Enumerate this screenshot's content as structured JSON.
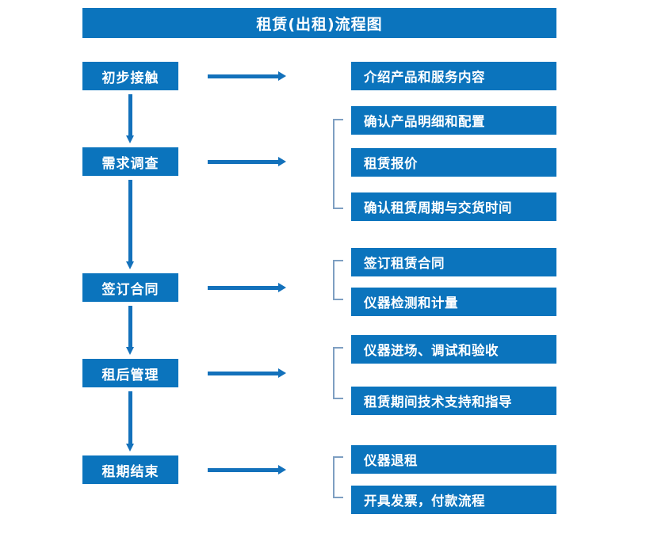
{
  "diagram": {
    "title": "租赁(出租)流程图",
    "colors": {
      "box_blue": "#0b74bd",
      "arrow_blue": "#1371bb",
      "bracket_gray_blue": "#7e9fc2",
      "text_white": "#ffffff",
      "background": "#ffffff"
    },
    "stages": [
      {
        "label": "初步接触"
      },
      {
        "label": "需求调查"
      },
      {
        "label": "签订合同"
      },
      {
        "label": "租后管理"
      },
      {
        "label": "租期结束"
      }
    ],
    "details": [
      {
        "label": "介绍产品和服务内容"
      },
      {
        "label": "确认产品明细和配置"
      },
      {
        "label": "租赁报价"
      },
      {
        "label": "确认租赁周期与交货时间"
      },
      {
        "label": "签订租赁合同"
      },
      {
        "label": "仪器检测和计量"
      },
      {
        "label": "仪器进场、调试和验收"
      },
      {
        "label": "租赁期间技术支持和指导"
      },
      {
        "label": "仪器退租"
      },
      {
        "label": "开具发票，付款流程"
      }
    ]
  }
}
